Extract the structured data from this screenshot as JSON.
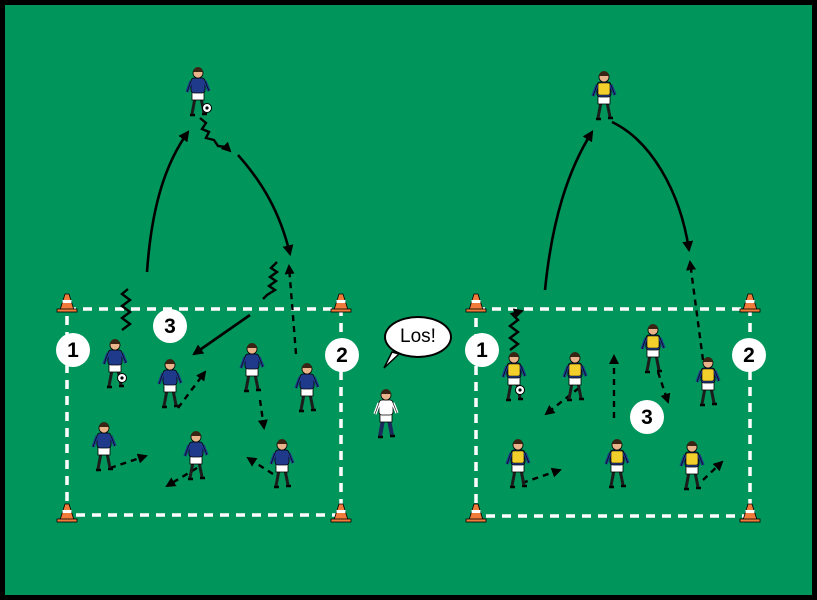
{
  "colors": {
    "field": "#00955a",
    "border": "#000000",
    "lines": "#ffffff",
    "cone": "#f07b3a",
    "team_left_shirt": "#1f3a8a",
    "team_right_bib": "#f2cf2b",
    "shorts": "#ffffff"
  },
  "icons": [
    "soccer-player-icon",
    "traffic-cone-icon",
    "soccer-ball-icon",
    "coach-icon",
    "speech-bubble-icon"
  ],
  "left_drill": {
    "label_1": "1",
    "label_2": "2",
    "label_3": "3"
  },
  "right_drill": {
    "label_1": "1",
    "label_2": "2",
    "label_3": "3"
  },
  "coach": {
    "speech": "Los!"
  }
}
